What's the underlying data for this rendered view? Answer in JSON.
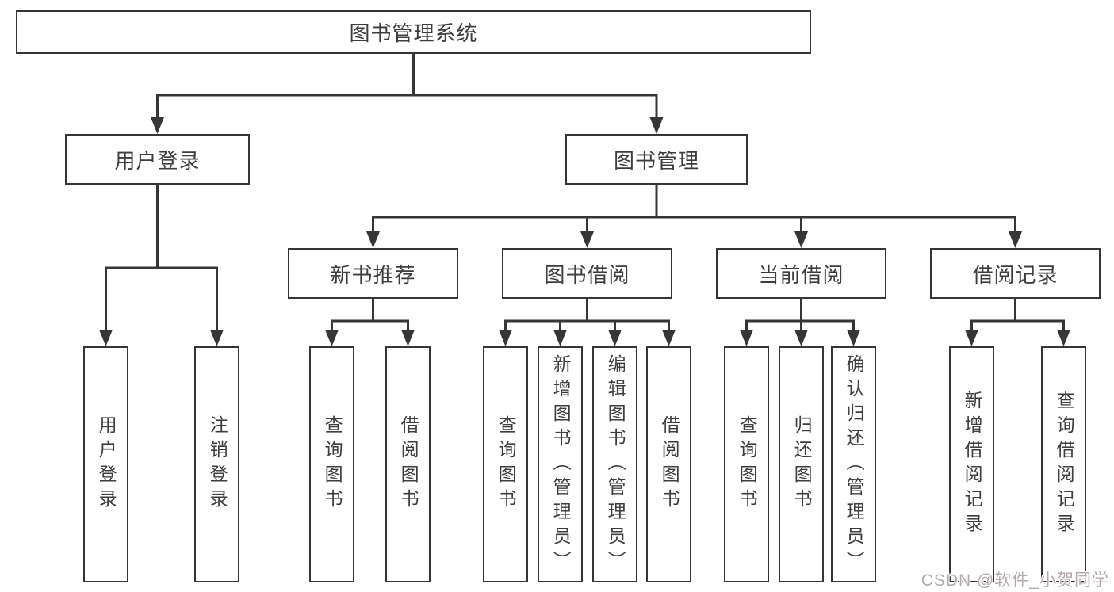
{
  "tree": {
    "label": "图书管理系统",
    "children": [
      {
        "label": "用户登录",
        "children": [
          {
            "label": "用户登录"
          },
          {
            "label": "注销登录"
          }
        ]
      },
      {
        "label": "图书管理",
        "children": [
          {
            "label": "新书推荐",
            "children": [
              {
                "label": "查询图书"
              },
              {
                "label": "借阅图书"
              }
            ]
          },
          {
            "label": "图书借阅",
            "children": [
              {
                "label": "查询图书"
              },
              {
                "label": "新增图书（管理员）"
              },
              {
                "label": "编辑图书（管理员）"
              },
              {
                "label": "借阅图书"
              }
            ]
          },
          {
            "label": "当前借阅",
            "children": [
              {
                "label": "查询图书"
              },
              {
                "label": "归还图书"
              },
              {
                "label": "确认归还（管理员）"
              }
            ]
          },
          {
            "label": "借阅记录",
            "children": [
              {
                "label": "新增借阅记录"
              },
              {
                "label": "查询借阅记录"
              }
            ]
          }
        ]
      }
    ]
  },
  "watermark": "CSDN @软件_小贺同学",
  "colors": {
    "background": "#ffffff",
    "line": "#363636",
    "box_border": "#363636",
    "text": "#3d3d3d",
    "watermark": "#b3abab"
  }
}
